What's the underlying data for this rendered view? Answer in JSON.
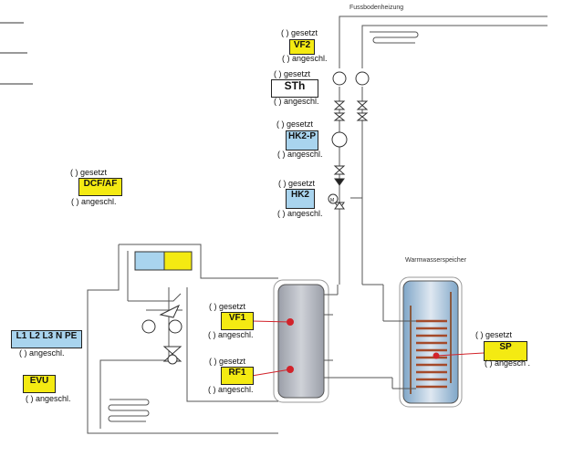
{
  "captions": {
    "floor_heating": "Fussbodenheizung",
    "dhw_tank": "Warmwasserspeicher"
  },
  "options": {
    "set": "( ) gesetzt",
    "connected": "( ) angeschl.",
    "connected_sp": "( ) angesch ."
  },
  "labels": {
    "vf2": "VF2",
    "sth": "STh",
    "hk2p": "HK2-P",
    "hk2": "HK2",
    "dcf": "DCF/AF",
    "vf1": "VF1",
    "rf1": "RF1",
    "sp": "SP",
    "power": "L1 L2 L3 N PE",
    "evu": "EVU"
  },
  "colors": {
    "yellow_tag": "#f4ea12",
    "blue_tag": "#a9d4ee",
    "sensor": "#d2232a",
    "tank": "#b9bcc4"
  }
}
